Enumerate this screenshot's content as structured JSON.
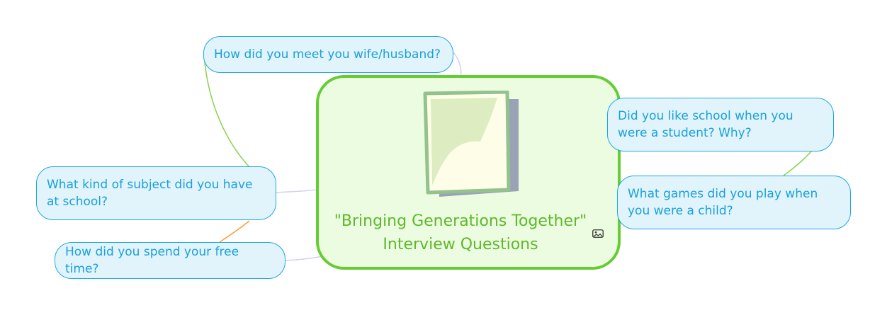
{
  "central": {
    "title": "\"Bringing Generations Together\" Interview Questions",
    "icons": [
      "document-illustration",
      "image-icon"
    ],
    "border_color": "#66cc33",
    "fill_color": "#ecfce0",
    "text_color": "#5fb82c"
  },
  "topics": [
    {
      "id": "meet",
      "label": "How did you meet you wife/husband?"
    },
    {
      "id": "school",
      "label": "Did you like school when you were a student? Why?"
    },
    {
      "id": "games",
      "label": "What games did you play when you were a child?"
    },
    {
      "id": "subject",
      "label": "What kind of subject did you have at school?"
    },
    {
      "id": "freetime",
      "label": "How did you spend your free time?"
    }
  ],
  "colors": {
    "node_border": "#1fa6e6",
    "node_fill": "#e1f4fb",
    "node_text": "#1aa0dc",
    "link_green": "#8fd35a",
    "link_lavender": "#d9cdf2",
    "link_orange": "#f5a23a"
  }
}
